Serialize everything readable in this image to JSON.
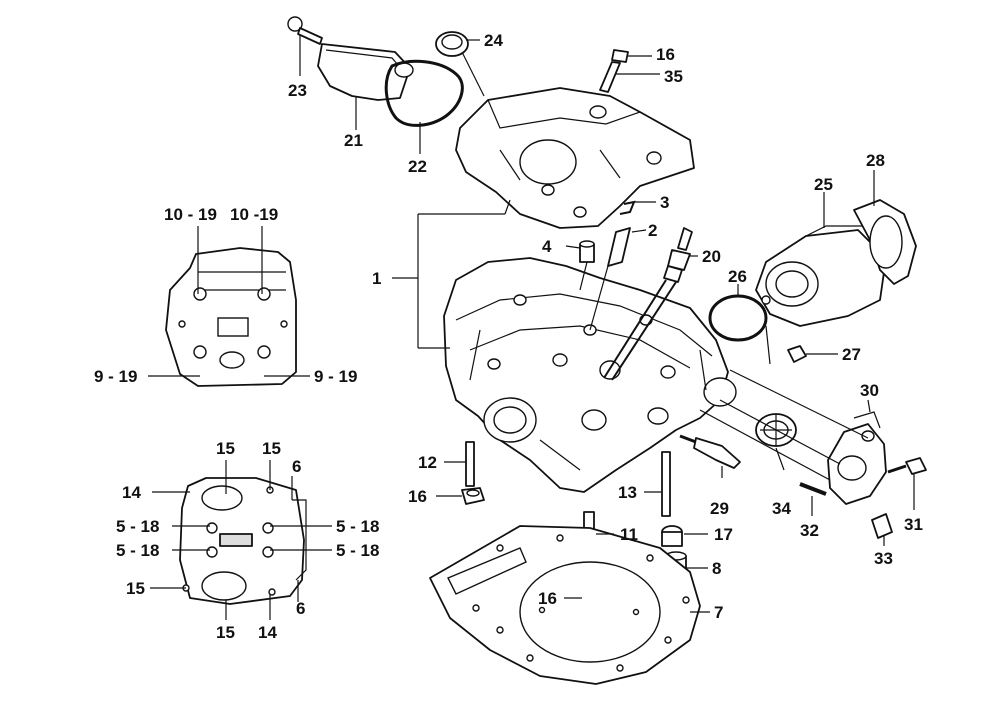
{
  "diagram": {
    "type": "exploded-parts-view",
    "callouts": {
      "c1": "1",
      "c2": "2",
      "c3": "3",
      "c4": "4",
      "c5_18_a": "5 - 18",
      "c5_18_b": "5 - 18",
      "c5_18_c": "5 - 18",
      "c5_18_d": "5 - 18",
      "c6_a": "6",
      "c6_b": "6",
      "c7": "7",
      "c8": "8",
      "c9_19_a": "9 - 19",
      "c9_19_b": "9 - 19",
      "c10_19_a": "10 - 19",
      "c10_19_b": "10 -19",
      "c11": "11",
      "c12": "12",
      "c13": "13",
      "c14_a": "14",
      "c14_b": "14",
      "c15_a": "15",
      "c15_b": "15",
      "c15_c": "15",
      "c15_d": "15",
      "c16_a": "16",
      "c16_b": "16",
      "c16_c": "16",
      "c17": "17",
      "c20": "20",
      "c21": "21",
      "c22": "22",
      "c23": "23",
      "c24": "24",
      "c25": "25",
      "c26": "26",
      "c27": "27",
      "c28": "28",
      "c29": "29",
      "c30": "30",
      "c31": "31",
      "c32": "32",
      "c33": "33",
      "c34": "34",
      "c35": "35"
    }
  }
}
